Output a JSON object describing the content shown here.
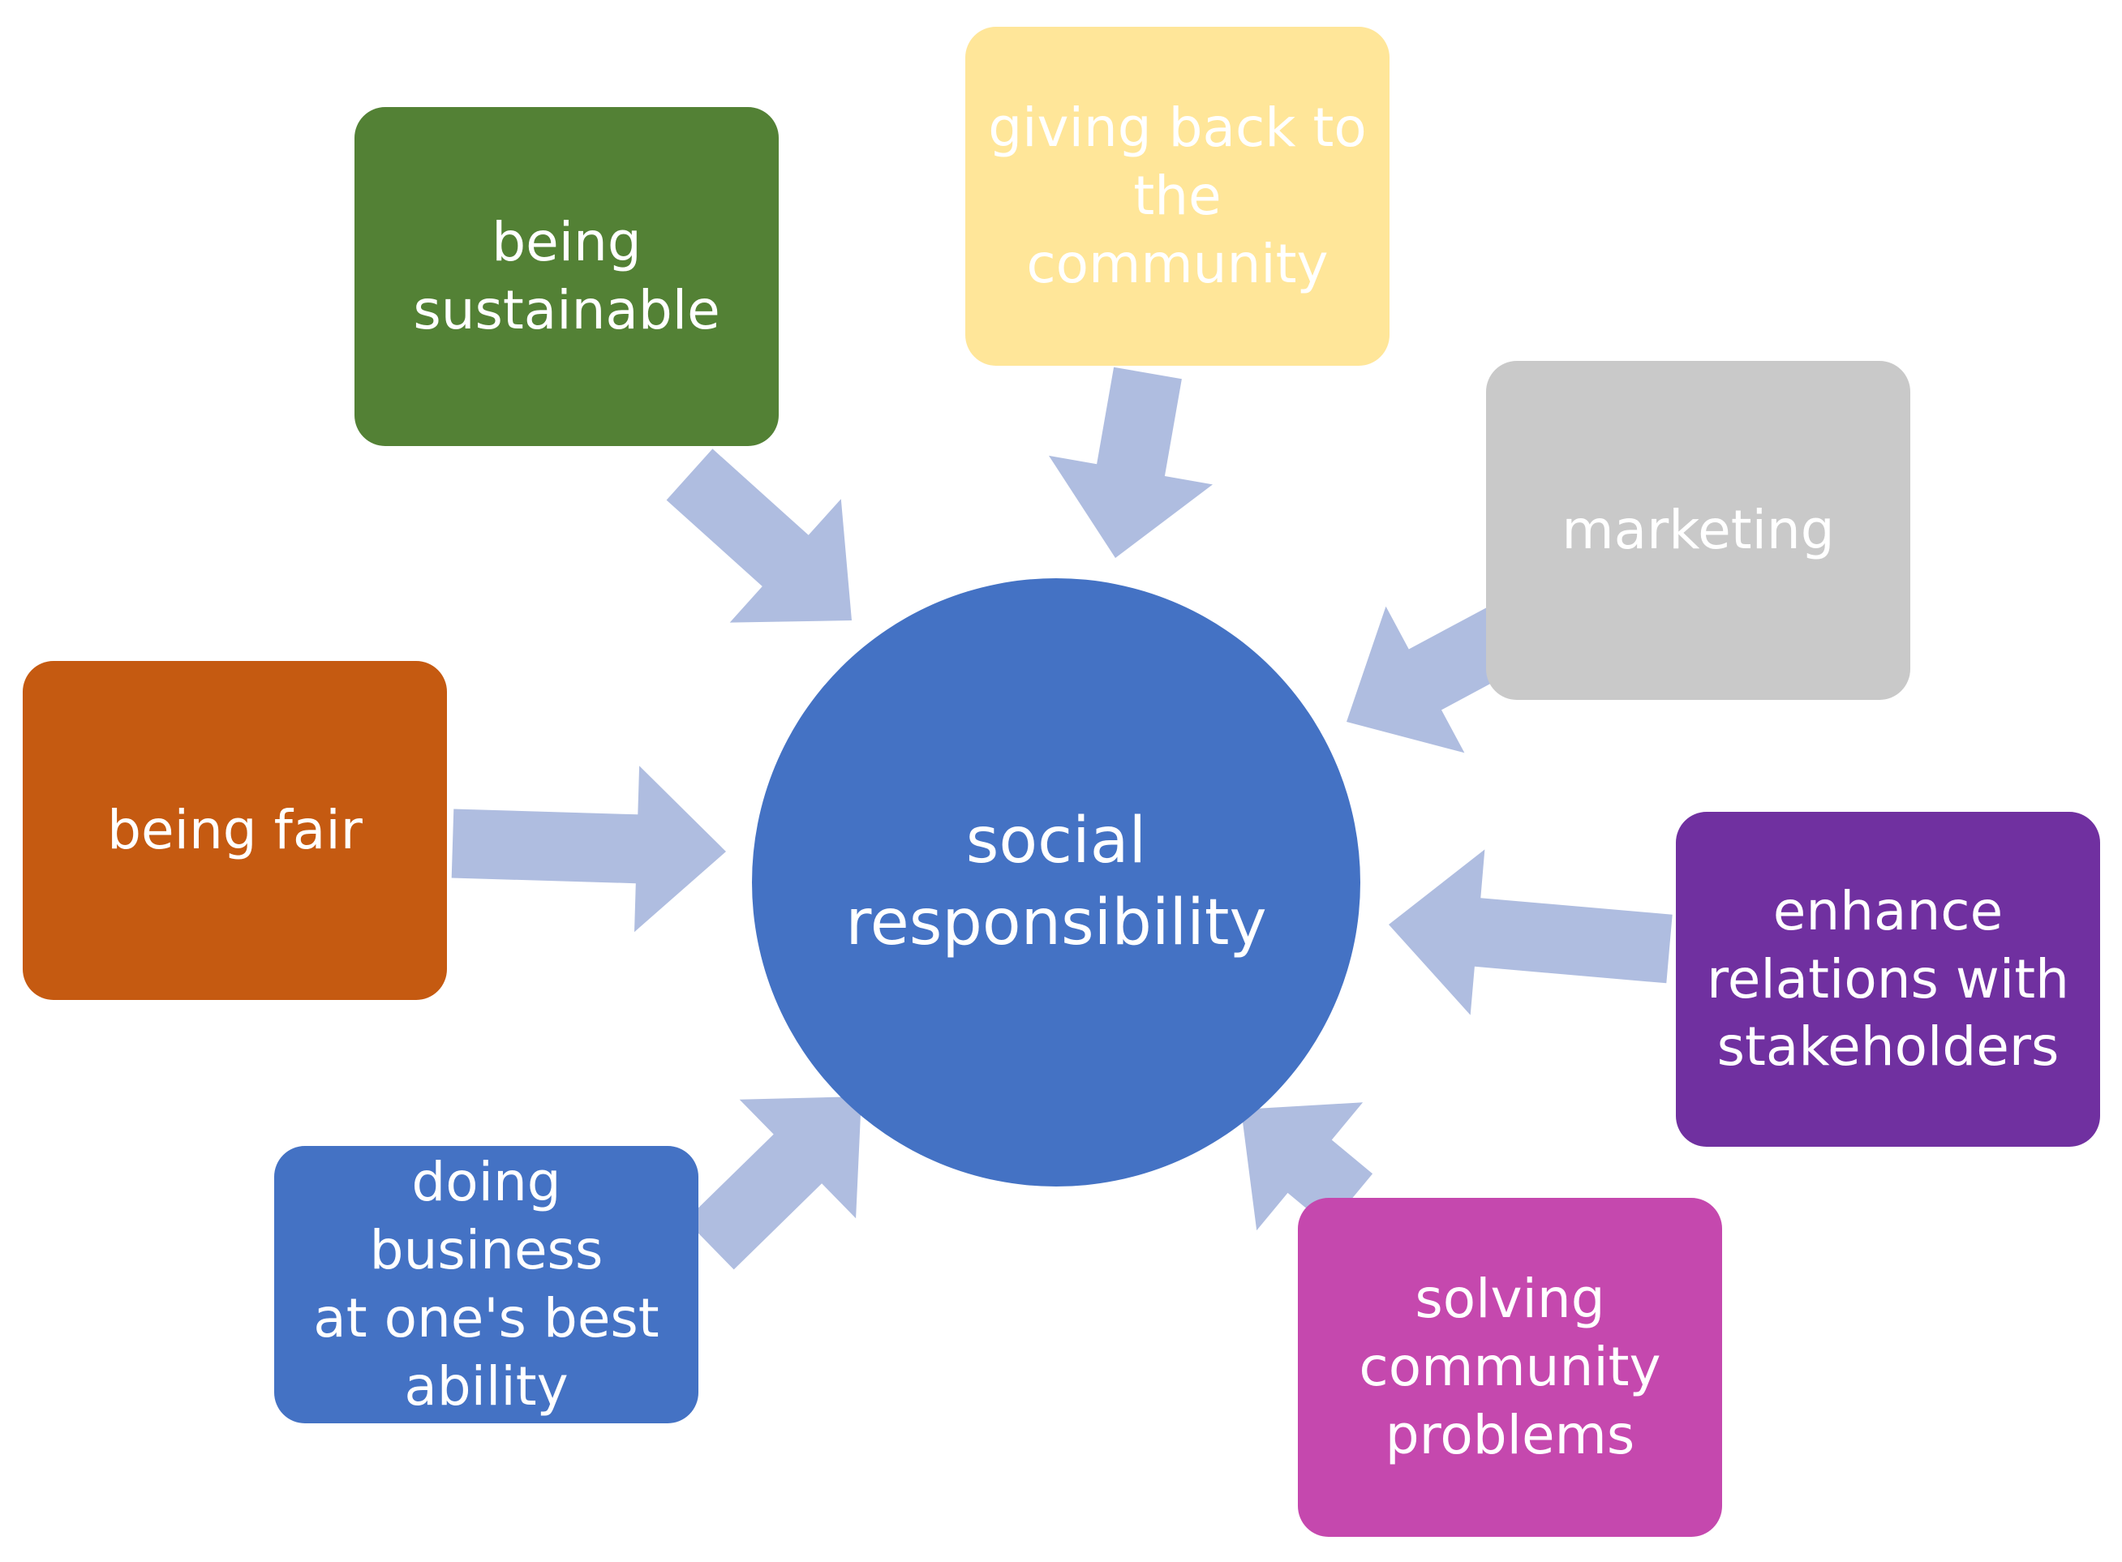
{
  "center": {
    "label": "social\nresponsibility",
    "color": "#4472C4"
  },
  "arrow_color": "#AFBDE0",
  "nodes": [
    {
      "id": "being-sustainable",
      "label": "being\nsustainable",
      "color": "#538135",
      "text_color": "#FFFFFF"
    },
    {
      "id": "giving-back",
      "label": "giving back to\nthe\ncommunity",
      "color": "#FFE699",
      "text_color": "#FFFFFF"
    },
    {
      "id": "marketing",
      "label": "marketing",
      "color": "#C9C9C9",
      "text_color": "#FFFFFF"
    },
    {
      "id": "being-fair",
      "label": "being fair",
      "color": "#C55A11",
      "text_color": "#FFFFFF"
    },
    {
      "id": "enhance-relations",
      "label": "enhance\nrelations with\nstakeholders",
      "color": "#7030A0",
      "text_color": "#FFFFFF"
    },
    {
      "id": "doing-business",
      "label": "doing business\nat one's best\nability",
      "color": "#4472C4",
      "text_color": "#FFFFFF"
    },
    {
      "id": "solving-problems",
      "label": "solving\ncommunity\nproblems",
      "color": "#C548AE",
      "text_color": "#FFFFFF"
    }
  ]
}
